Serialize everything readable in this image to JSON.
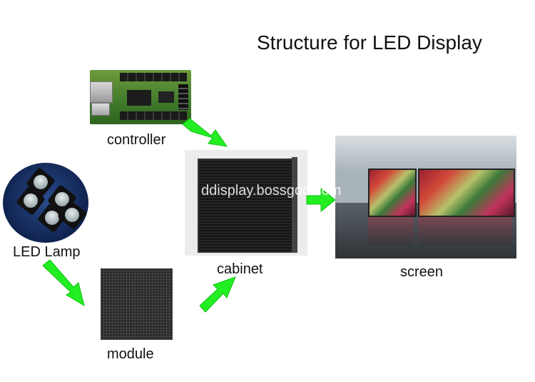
{
  "title": "Structure for LED Display",
  "nodes": {
    "controller": "controller",
    "led_lamp": "LED Lamp",
    "cabinet": "cabinet",
    "screen": "screen",
    "module": "module"
  },
  "watermark": "ddisplay.bossgoo.com",
  "colors": {
    "arrow": "#22ee22",
    "arrow_edge": "#10c010"
  },
  "flow": [
    "LED Lamp -> module",
    "module -> cabinet",
    "controller -> cabinet",
    "cabinet -> screen"
  ]
}
